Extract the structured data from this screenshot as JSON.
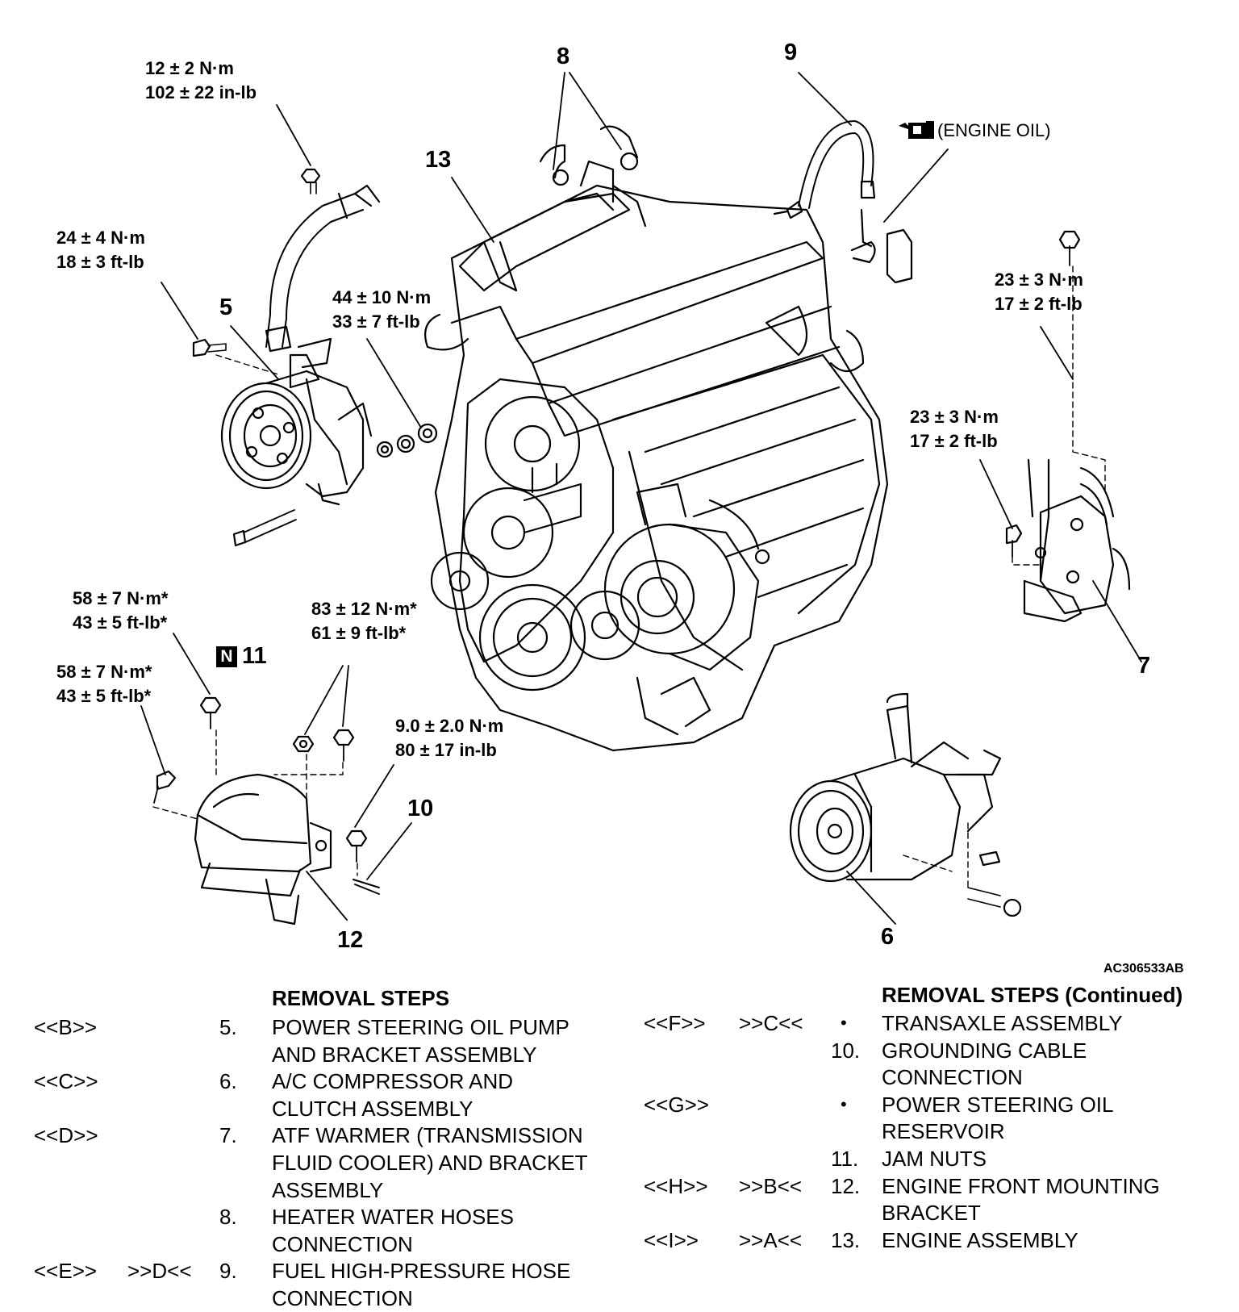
{
  "torque_specs": {
    "ps_pump_top": {
      "nm": "12 ± 2 N·m",
      "alt": "102 ± 22 in-lb"
    },
    "ps_pump_left": {
      "nm": "24 ± 4 N·m",
      "alt": "18 ± 3 ft-lb"
    },
    "ps_pump_nuts": {
      "nm": "44 ± 10 N·m",
      "alt": "33 ± 7 ft-lb"
    },
    "atf_top": {
      "nm": "23 ± 3 N·m",
      "alt": "17 ± 2 ft-lb"
    },
    "atf_side": {
      "nm": "23 ± 3 N·m",
      "alt": "17 ± 2 ft-lb"
    },
    "mount_a": {
      "nm": "58 ± 7 N·m*",
      "alt": "43 ± 5 ft-lb*"
    },
    "mount_b": {
      "nm": "58 ± 7 N·m*",
      "alt": "43 ± 5 ft-lb*"
    },
    "mount_c": {
      "nm": "83 ± 12 N·m*",
      "alt": "61 ± 9 ft-lb*"
    },
    "ground": {
      "nm": "9.0 ± 2.0 N·m",
      "alt": "80 ± 17 in-lb"
    }
  },
  "callouts": [
    "5",
    "6",
    "7",
    "8",
    "9",
    "10",
    "11",
    "12",
    "13"
  ],
  "engine_oil_label": "(ENGINE OIL)",
  "new_part_badge": "N",
  "figure_id": "AC306533AB",
  "removal_steps": {
    "title": "REMOVAL STEPS",
    "title_continued": "REMOVAL STEPS (Continued)",
    "left": [
      {
        "code": "<<B>>",
        "ref": "",
        "num": "5.",
        "lines": [
          "POWER STEERING OIL PUMP",
          "AND BRACKET ASSEMBLY"
        ]
      },
      {
        "code": "<<C>>",
        "ref": "",
        "num": "6.",
        "lines": [
          "A/C COMPRESSOR AND",
          "CLUTCH ASSEMBLY"
        ]
      },
      {
        "code": "<<D>>",
        "ref": "",
        "num": "7.",
        "lines": [
          "ATF WARMER (TRANSMISSION",
          "FLUID COOLER) AND BRACKET",
          "ASSEMBLY"
        ]
      },
      {
        "code": "",
        "ref": "",
        "num": "8.",
        "lines": [
          "HEATER WATER HOSES",
          "CONNECTION"
        ]
      },
      {
        "code": "<<E>>",
        "ref": ">>D<<",
        "num": "9.",
        "lines": [
          "FUEL HIGH-PRESSURE HOSE",
          "CONNECTION"
        ]
      }
    ],
    "right": [
      {
        "code": "<<F>>",
        "ref": ">>C<<",
        "num": "•",
        "lines": [
          "TRANSAXLE ASSEMBLY"
        ]
      },
      {
        "code": "",
        "ref": "",
        "num": "10.",
        "lines": [
          "GROUNDING CABLE",
          "CONNECTION"
        ]
      },
      {
        "code": "<<G>>",
        "ref": "",
        "num": "•",
        "lines": [
          "POWER STEERING OIL",
          "RESERVOIR"
        ]
      },
      {
        "code": "",
        "ref": "",
        "num": "11.",
        "lines": [
          "JAM NUTS"
        ]
      },
      {
        "code": "<<H>>",
        "ref": ">>B<<",
        "num": "12.",
        "lines": [
          "ENGINE FRONT MOUNTING",
          "BRACKET"
        ]
      },
      {
        "code": "<<I>>",
        "ref": ">>A<<",
        "num": "13.",
        "lines": [
          "ENGINE ASSEMBLY"
        ]
      }
    ]
  }
}
